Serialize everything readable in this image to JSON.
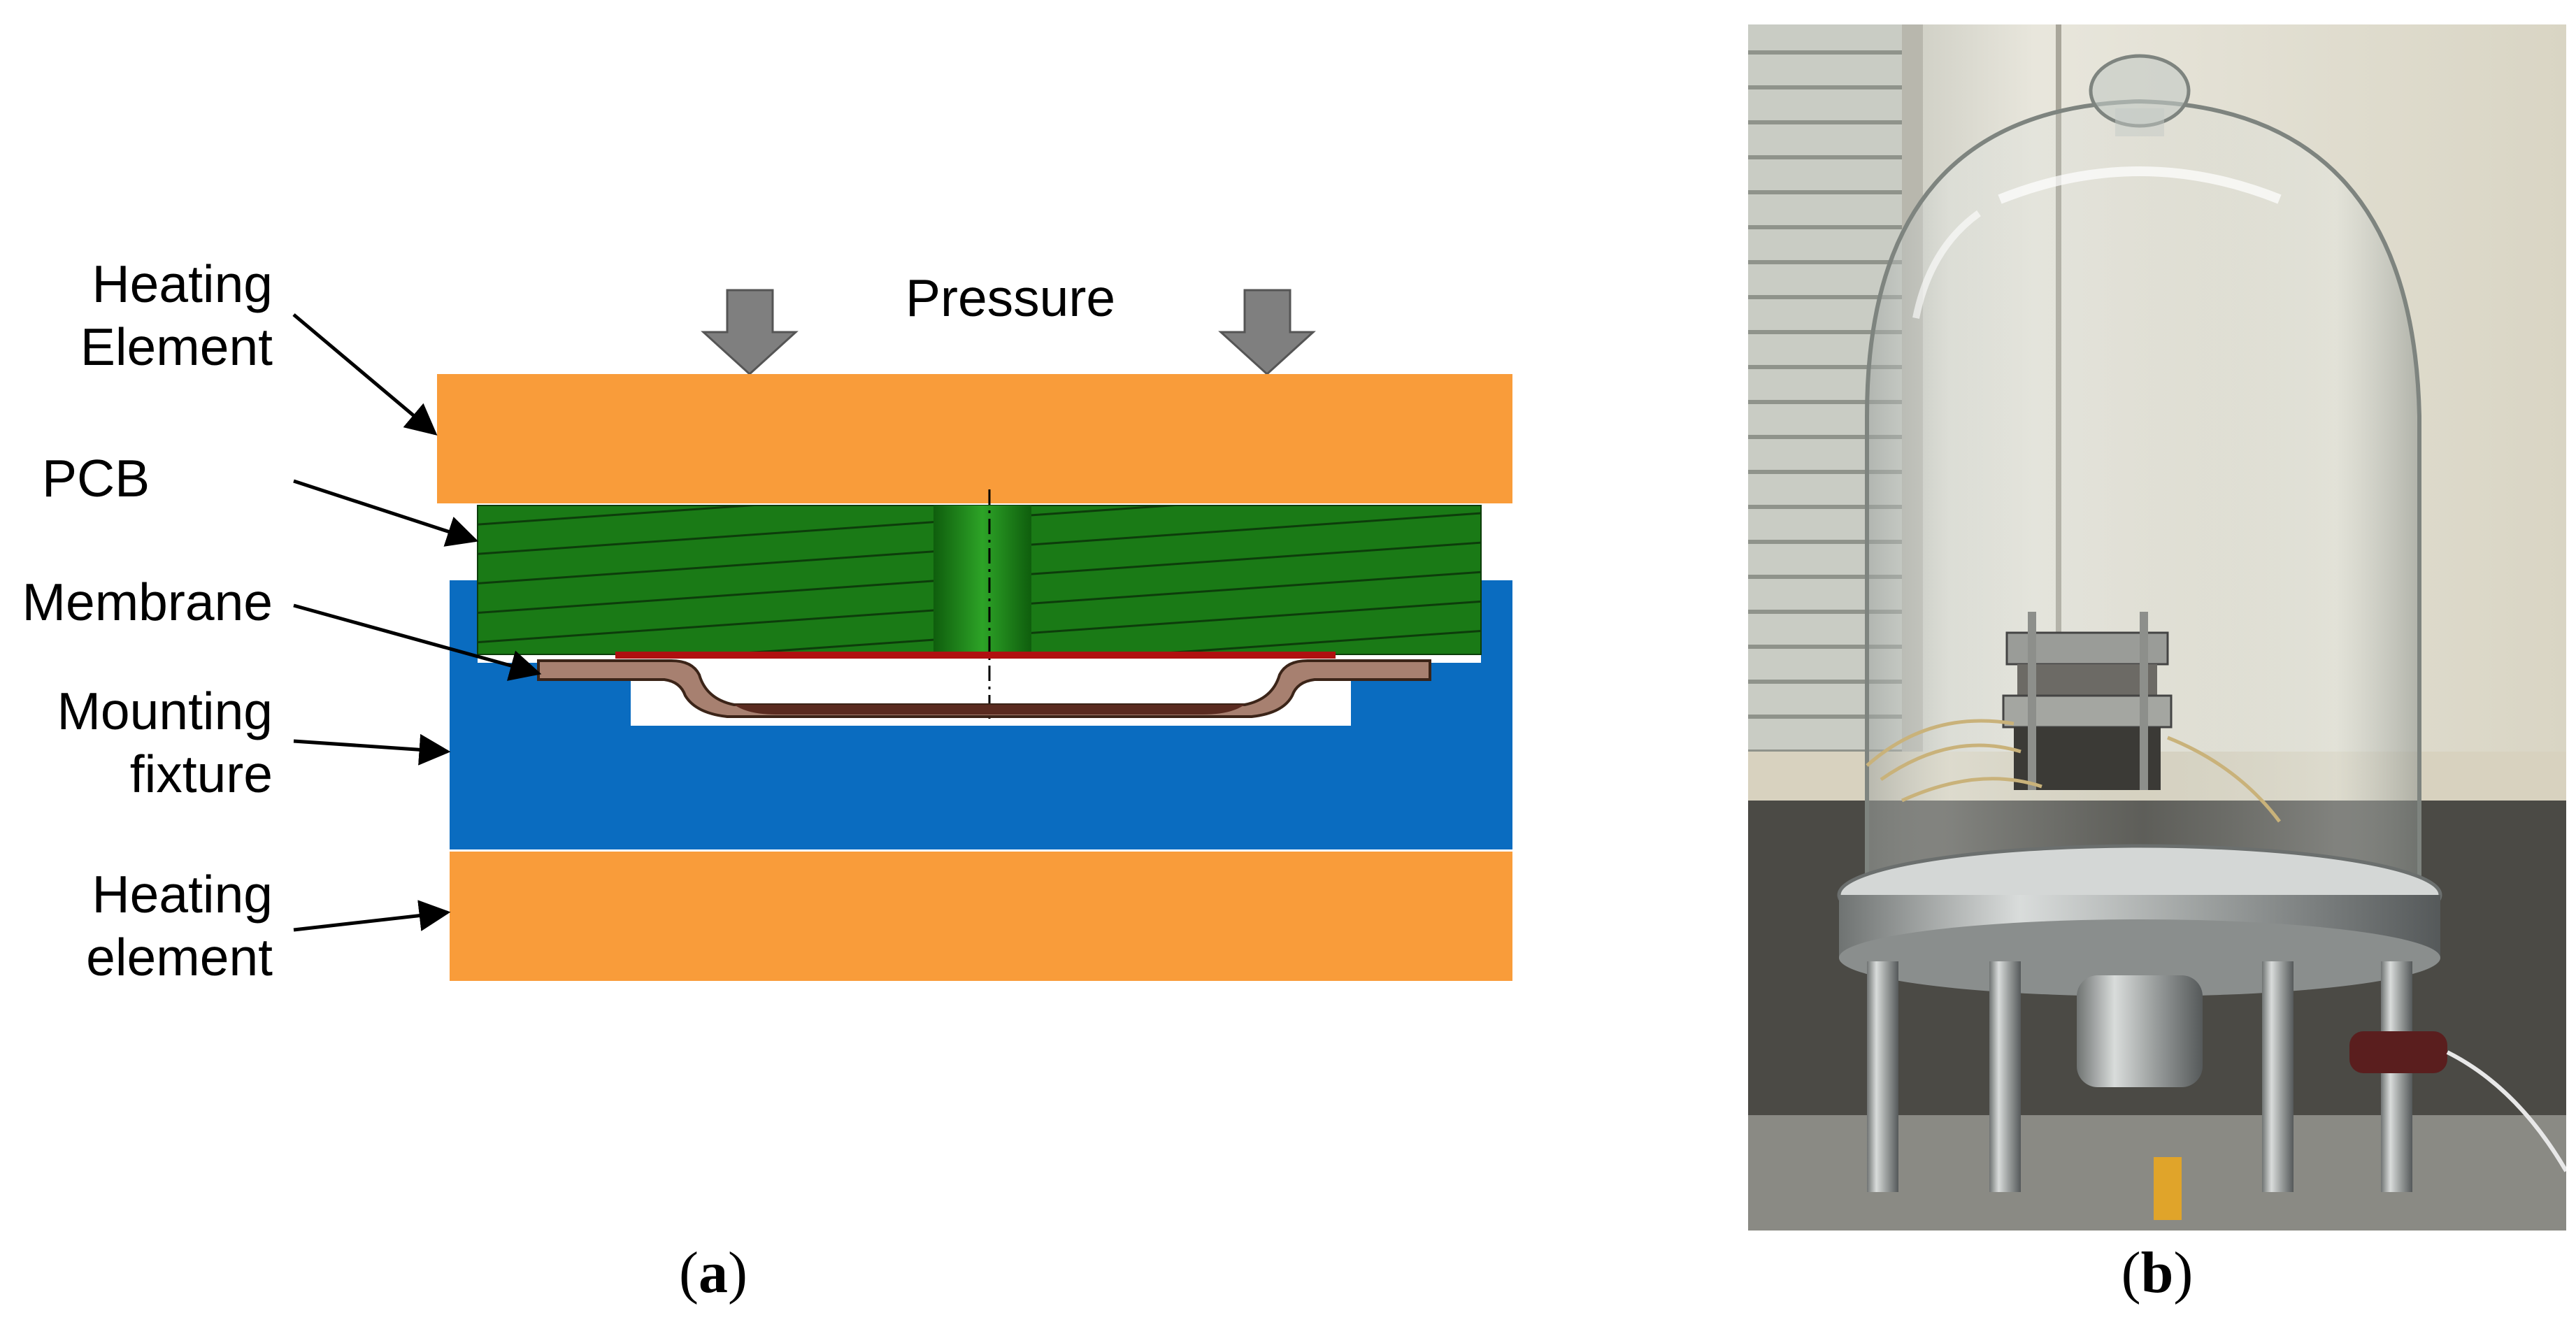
{
  "panel_a": {
    "labels": {
      "pressure": "Pressure",
      "heating_top_1": "Heating",
      "heating_top_2": "Element",
      "pcb": "PCB",
      "membrane": "Membrane",
      "mounting_1": "Mounting",
      "mounting_2": "fixture",
      "heating_bottom_1": "Heating",
      "heating_bottom_2": "element"
    },
    "caption_open": "(",
    "caption_letter": "a",
    "caption_close": ")"
  },
  "panel_b": {
    "caption_open": "(",
    "caption_letter": "b",
    "caption_close": ")"
  },
  "colors": {
    "heating": "#F99C3A",
    "pcb": "#1A7A16",
    "fixture": "#0A6CC0",
    "membrane": "#A78070",
    "arrow": "#7F7F7F"
  }
}
